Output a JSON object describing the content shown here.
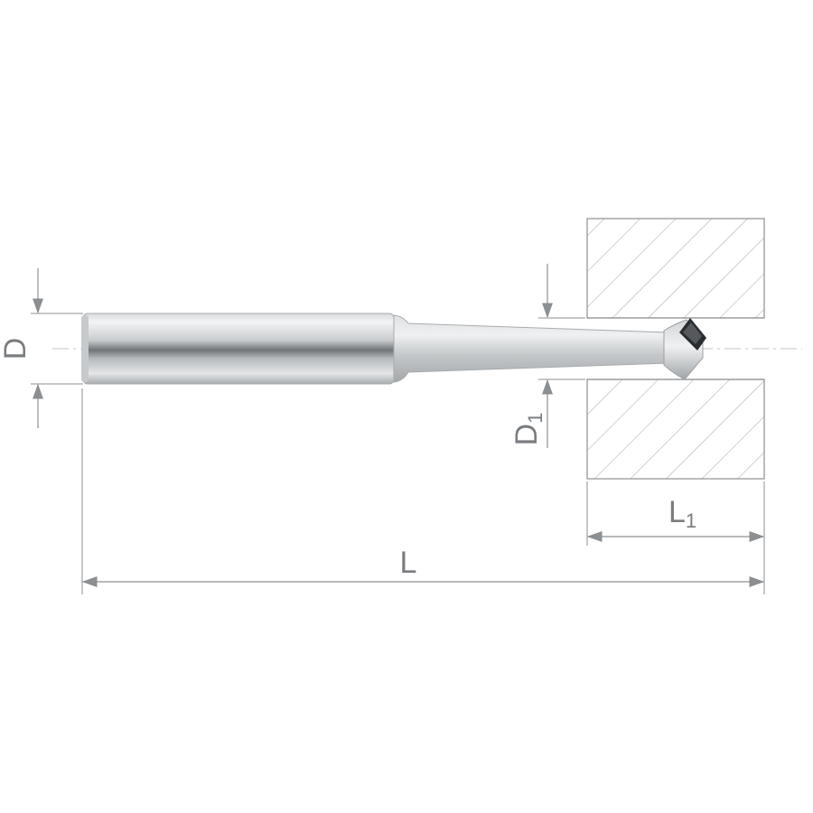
{
  "labels": {
    "D": "D",
    "D1_main": "D",
    "D1_sub": "1",
    "L": "L",
    "L1_main": "L",
    "L1_sub": "1"
  },
  "colors": {
    "dimension_line": "#8c8f92",
    "hatch": "#9a9da0",
    "shank_light": "#f2f3f4",
    "shank_dark": "#7e8386",
    "tip_insert": "#2a2d30"
  }
}
